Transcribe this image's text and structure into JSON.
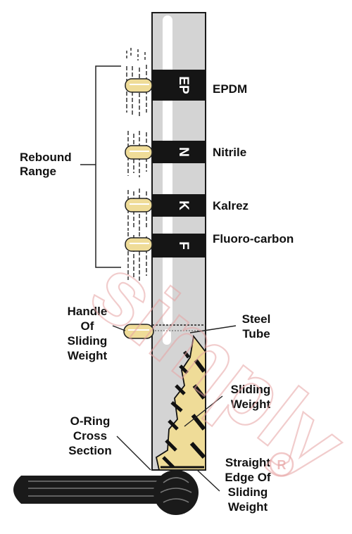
{
  "bands": [
    {
      "code": "EP",
      "material": "EPDM"
    },
    {
      "code": "N",
      "material": "Nitrile"
    },
    {
      "code": "K",
      "material": "Kalrez"
    },
    {
      "code": "F",
      "material": "Fluoro-carbon"
    }
  ],
  "labels": {
    "rebound_line1": "Rebound",
    "rebound_line2": "Range",
    "handle_line1": "Handle",
    "handle_line2": "Of",
    "handle_line3": "Sliding",
    "handle_line4": "Weight",
    "tube_line1": "Steel",
    "tube_line2": "Tube",
    "weight_line1": "Sliding",
    "weight_line2": "Weight",
    "oring_line1": "O-Ring",
    "oring_line2": "Cross",
    "oring_line3": "Section",
    "edge_line1": "Straight",
    "edge_line2": "Edge Of",
    "edge_line3": "Sliding",
    "edge_line4": "Weight"
  },
  "watermark": {
    "text": "simply",
    "mark": "R"
  },
  "colors": {
    "tube": "#d4d4d4",
    "tube_highlight": "#ffffff",
    "band": "#151515",
    "handle": "#efdc98",
    "oring": "#1a1a1a",
    "watermark": "#e7a3a3"
  }
}
